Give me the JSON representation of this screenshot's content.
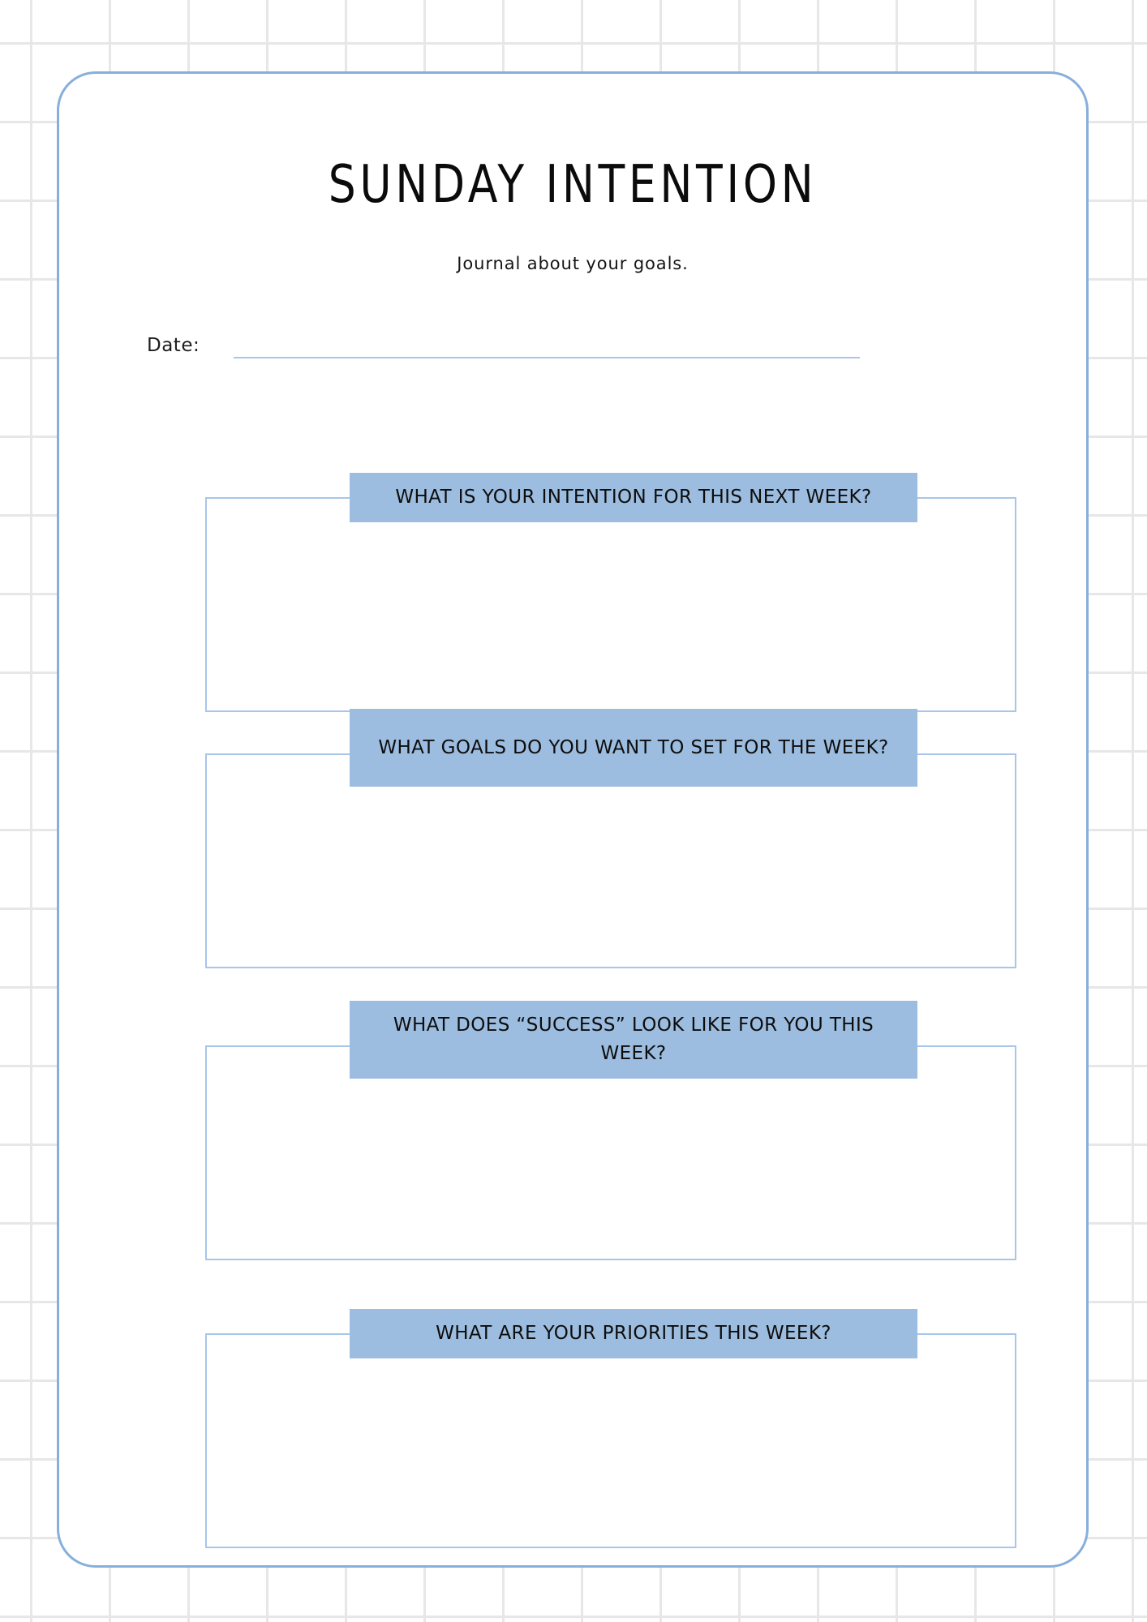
{
  "background": {
    "grid_line_color": "#e7e7e7",
    "page_color": "#ffffff"
  },
  "card": {
    "border_color": "#86afdd",
    "background": "#ffffff"
  },
  "header": {
    "title": "SUNDAY INTENTION",
    "subtitle": "Journal about your goals."
  },
  "date_field": {
    "label": "Date:",
    "value": "",
    "placeholder": "",
    "underline_color": "#a8c6e8"
  },
  "theme": {
    "banner_fill": "#9cbddf",
    "box_border": "#a8c6e8",
    "text_color": "#0d0d0d"
  },
  "questions": [
    {
      "id": "intention",
      "prompt": "WHAT IS YOUR INTENTION FOR THIS NEXT WEEK?",
      "answer": ""
    },
    {
      "id": "goals",
      "prompt": "WHAT GOALS DO YOU WANT TO SET FOR THE WEEK?",
      "answer": ""
    },
    {
      "id": "success",
      "prompt": "WHAT DOES “SUCCESS” LOOK LIKE FOR YOU THIS WEEK?",
      "answer": ""
    },
    {
      "id": "priorities",
      "prompt": "WHAT ARE YOUR PRIORITIES THIS WEEK?",
      "answer": ""
    }
  ]
}
